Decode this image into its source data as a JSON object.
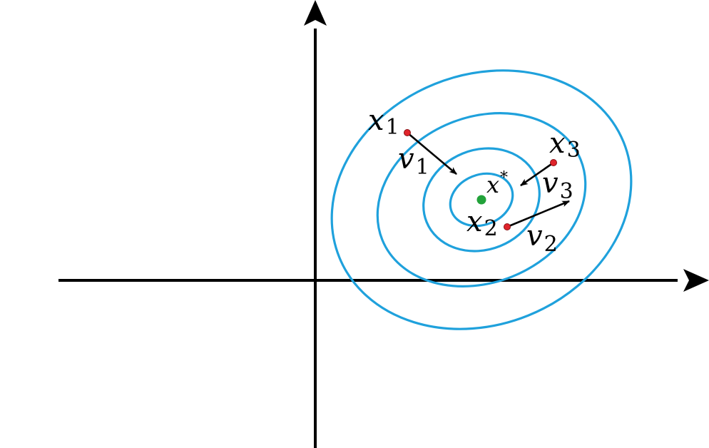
{
  "colors": {
    "axis": "#000000",
    "contour": "#1fa1dc",
    "sample_point": "#e0242b",
    "optimum_point": "#22a23a",
    "arrow": "#000000"
  },
  "contours": {
    "count": 4
  },
  "points": {
    "x1": {
      "base": "x",
      "sub": "1"
    },
    "x2": {
      "base": "x",
      "sub": "2"
    },
    "x3": {
      "base": "x",
      "sub": "3"
    },
    "x_star": {
      "base": "x",
      "sup": "*"
    }
  },
  "vectors": {
    "v1": {
      "base": "v",
      "sub": "1"
    },
    "v2": {
      "base": "v",
      "sub": "2"
    },
    "v3": {
      "base": "v",
      "sub": "3"
    }
  }
}
